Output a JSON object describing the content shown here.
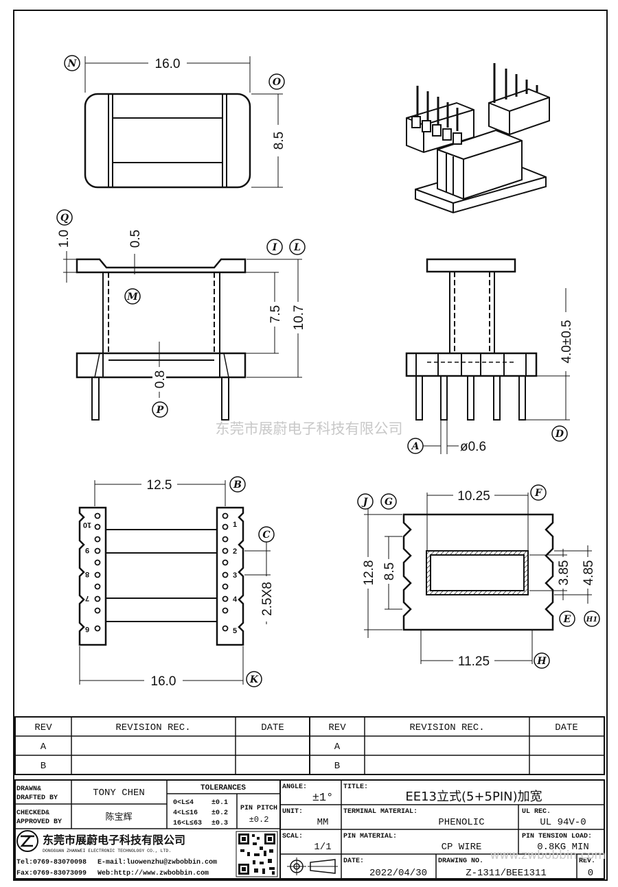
{
  "labels": {
    "N": "N",
    "O": "O",
    "Q": "Q",
    "I": "I",
    "L": "L",
    "M": "M",
    "P": "P",
    "A": "A",
    "D": "D",
    "B": "B",
    "C": "C",
    "K": "K",
    "J": "J",
    "G": "G",
    "F": "F",
    "E": "E",
    "H1": "H1",
    "H": "H"
  },
  "dims": {
    "top_width": "16.0",
    "top_height": "8.5",
    "flange_thk": "1.0",
    "step": "0.5",
    "inner_h": "7.5",
    "total_h": "10.7",
    "base_gap": "0.8",
    "pin_len": "4.0±0.5",
    "pin_dia": "ø0.6",
    "pin_span": "12.5",
    "pitch": "2.5X8",
    "bottom_width": "16.0",
    "win_w": "10.25",
    "outer_h": "12.8",
    "inner_w": "8.5",
    "core_h": "3.85",
    "core_h2": "4.85",
    "base_w": "11.25"
  },
  "pins": {
    "right": [
      "1",
      "2",
      "3",
      "4",
      "5"
    ],
    "left": [
      "10",
      "9",
      "8",
      "7",
      "6"
    ]
  },
  "watermark": "东莞市展蔚电子科技有限公司",
  "watermark_url": "www.zwbobbin.com",
  "revision_table": {
    "headers": [
      "REV",
      "REVISION REC.",
      "DATE",
      "REV",
      "REVISION REC.",
      "DATE"
    ],
    "rows": [
      [
        "A",
        "",
        "",
        "A",
        "",
        ""
      ],
      [
        "B",
        "",
        "",
        "B",
        "",
        ""
      ]
    ]
  },
  "title_block": {
    "drawn_label_1": "DRAWN&",
    "drawn_label_2": "DRAFTED BY",
    "drawn_name": "TONY CHEN",
    "checked_label_1": "CHECKED&",
    "checked_label_2": "APPROVED BY",
    "checked_name": "陈宝辉",
    "tolerances_label": "TOLERANCES",
    "tol_1": "0<L≤4",
    "tol_1v": "±0.1",
    "tol_2": "4<L≤16",
    "tol_2v": "±0.2",
    "tol_3": "16<L≤63",
    "tol_3v": "±0.3",
    "pin_pitch_label": "PIN PITCH",
    "pin_pitch_value": "±0.2",
    "angle_label": "ANGLE:",
    "angle_value": "±1°",
    "unit_label": "UNIT:",
    "unit_value": "MM",
    "scale_label": "SCAL:",
    "scale_value": "1/1",
    "title_label": "TITLE:",
    "title_value": "EE13立式(5+5PIN)加宽",
    "terminal_label": "TERMINAL MATERIAL:",
    "terminal_value": "PHENOLIC",
    "ul_label": "UL REC.",
    "ul_value": "UL 94V-0",
    "pin_material_label": "PIN MATERIAL:",
    "pin_material_value": "CP WIRE",
    "tension_label": "PIN TENSION LOAD:",
    "tension_value": "0.8KG MIN",
    "date_label": "DATE:",
    "date_value": "2022/04/30",
    "drawing_label": "DRAWING NO.",
    "drawing_value": "Z-1311/BEE1311",
    "rev_label": "REV.",
    "rev_value": "0",
    "company_cn": "东莞市展蔚电子科技有限公司",
    "company_en": "DONGGUAN ZHANWEI ELECTRONIC TECHNOLOGY CO., LTD.",
    "tel": "Tel:0769-83070098",
    "email": "E-mail:luowenzhu@zwbobbin.com",
    "fax": "Fax:0769-83073099",
    "web": "Web:http://www.zwbobbin.com"
  }
}
